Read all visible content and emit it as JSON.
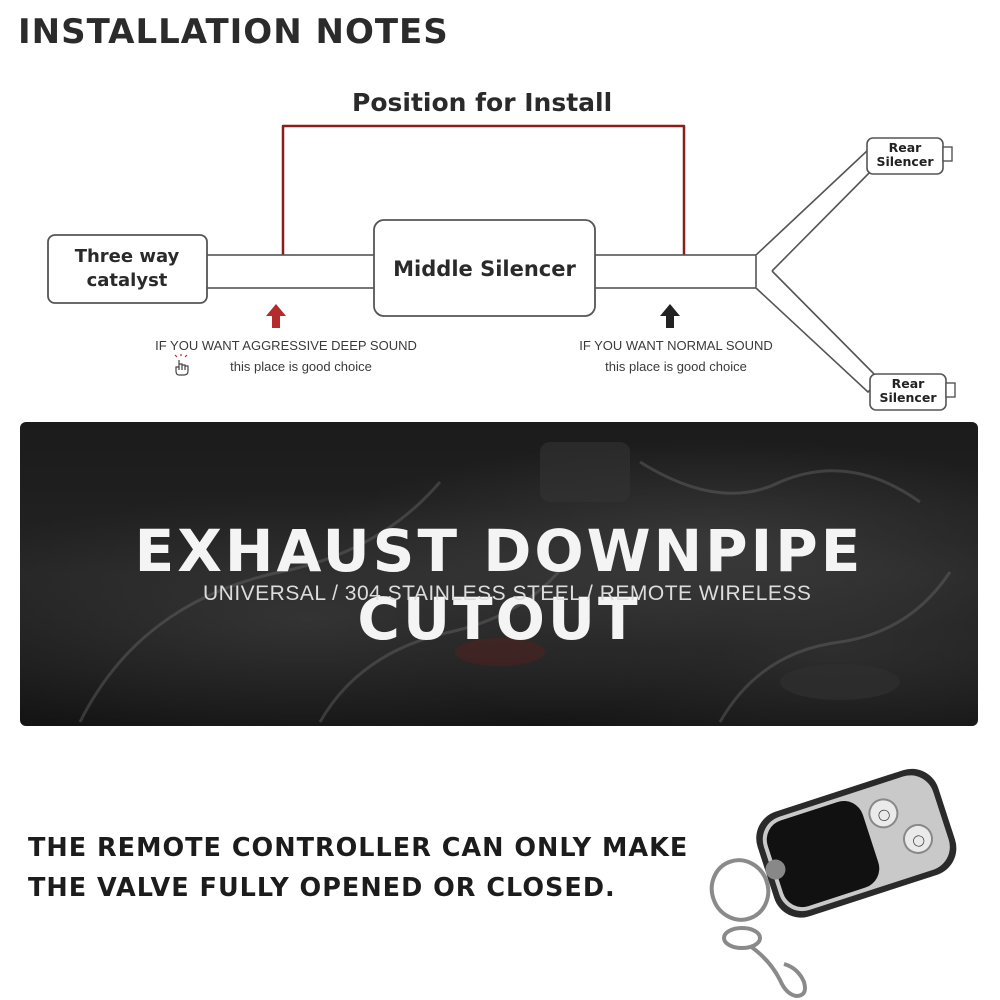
{
  "heading": "INSTALLATION NOTES",
  "diagram": {
    "position_title": "Position for Install",
    "three_way_catalyst": "Three way catalyst",
    "middle_silencer": "Middle Silencer",
    "rear_silencer_top": "Rear Silencer",
    "rear_silencer_bottom": "Rear Silencer",
    "left_note": {
      "line1": "IF YOU WANT AGGRESSIVE DEEP SOUND",
      "line2": "this place is good choice"
    },
    "right_note": {
      "line1": "IF YOU WANT NORMAL SOUND",
      "line2": "this place is good choice"
    },
    "colors": {
      "bracket": "#8b1c1c",
      "left_arrow": "#b52a2a",
      "right_arrow": "#222222"
    },
    "icons": {
      "left_arrow": "arrow-up-icon",
      "right_arrow": "arrow-up-icon",
      "hand": "hand-pointer-icon"
    }
  },
  "banner": {
    "title": "EXHAUST DOWNPIPE CUTOUT",
    "subtitle": "UNIVERSAL / 304 STAINLESS STEEL / REMOTE WIRELESS"
  },
  "remote_note": {
    "line1": "THE REMOTE CONTROLLER CAN ONLY MAKE",
    "line2": "THE VALVE FULLY OPENED OR CLOSED."
  }
}
